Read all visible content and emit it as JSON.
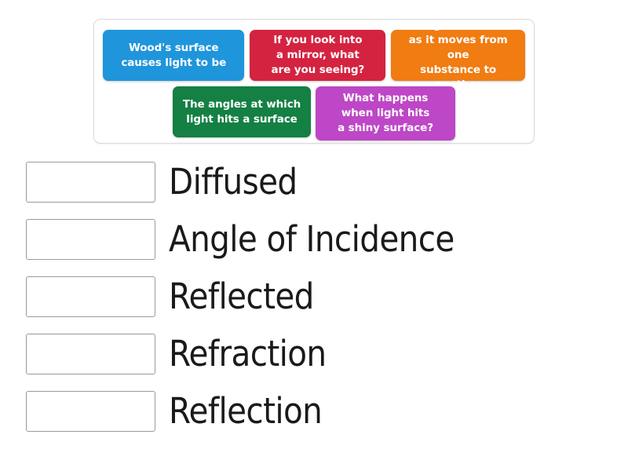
{
  "activity": {
    "type": "match-up-drag-and-drop",
    "background_color": "#ffffff"
  },
  "tile_tray": {
    "name": "draggable-answer-tray",
    "border_color": "#d9d9d9",
    "rows": [
      {
        "tiles": [
          {
            "id": "tile-wood-surface",
            "text": "Wood's surface\ncauses light to be",
            "color": "#1f95dc",
            "color_name": "blue"
          },
          {
            "id": "tile-mirror",
            "text": "If you look into\na mirror, what\nare you seeing?",
            "color": "#d42340",
            "color_name": "red"
          },
          {
            "id": "tile-light-bends",
            "text": "Light bends\nas it moves from one\nsubstance to another",
            "color": "#f07c12",
            "color_name": "orange"
          }
        ]
      },
      {
        "tiles": [
          {
            "id": "tile-angles",
            "text": "The angles at which\nlight hits a surface",
            "color": "#148043",
            "color_name": "green"
          },
          {
            "id": "tile-shiny-surface",
            "text": "What happens\nwhen light hits\na shiny surface?",
            "color": "#bd47c6",
            "color_name": "purple"
          }
        ]
      }
    ]
  },
  "answers": {
    "drop_zone_placeholder": "",
    "rows": [
      {
        "id": "answer-diffused",
        "label": "Diffused",
        "dropped_value": ""
      },
      {
        "id": "answer-angle-of-incidence",
        "label": "Angle of Incidence",
        "dropped_value": ""
      },
      {
        "id": "answer-reflected",
        "label": "Reflected",
        "dropped_value": ""
      },
      {
        "id": "answer-refraction",
        "label": "Refraction",
        "dropped_value": ""
      },
      {
        "id": "answer-reflection",
        "label": "Reflection",
        "dropped_value": ""
      }
    ]
  }
}
